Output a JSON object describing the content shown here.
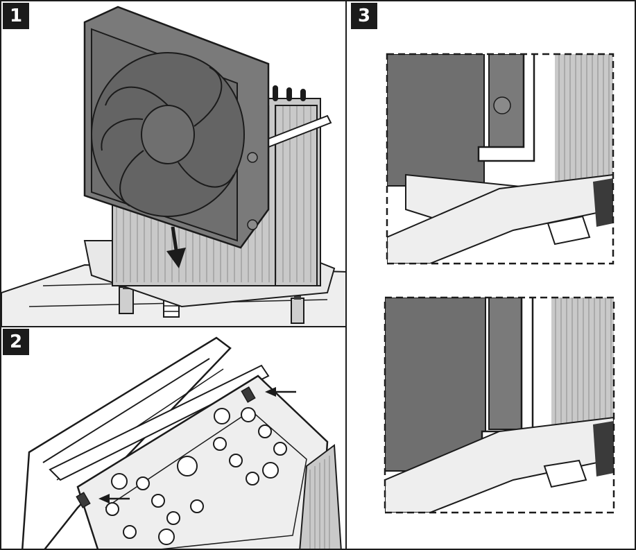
{
  "steps": [
    {
      "number": "1"
    },
    {
      "number": "2"
    },
    {
      "number": "3"
    }
  ],
  "colors": {
    "line": "#1b1b1b",
    "fan": "#6f6f6f",
    "fan_dark": "#5a5a5a",
    "metal": "#dcdcdc",
    "fin": "#bdbdbd",
    "paper": "#ffffff"
  },
  "icons": [
    "down-arrow-icon",
    "left-arrow-icon",
    "dashed-zoom-frame"
  ]
}
